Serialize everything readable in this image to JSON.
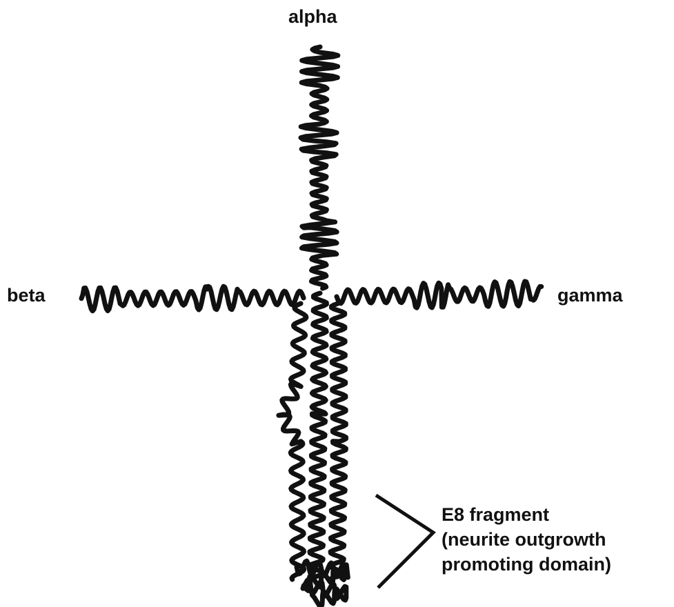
{
  "labels": {
    "alpha": "alpha",
    "beta": "beta",
    "gamma": "gamma",
    "e8_line1": "E8 fragment",
    "e8_line2": "(neurite outgrowth",
    "e8_line3": "promoting domain)"
  },
  "colors": {
    "ink": "#111111",
    "background": "#ffffff"
  }
}
